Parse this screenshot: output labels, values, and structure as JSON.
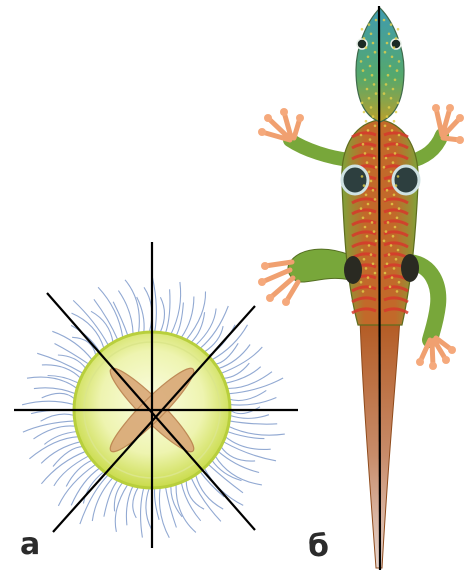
{
  "panels": [
    {
      "id": "a",
      "label": "а",
      "subject": "jellyfish",
      "symmetry": "radial"
    },
    {
      "id": "b",
      "label": "б",
      "subject": "lizard",
      "symmetry": "bilateral"
    }
  ],
  "colors": {
    "jelly_bell": "#eef4b0",
    "jelly_rim": "#c9db4a",
    "jelly_gonads": "#d7a071",
    "jelly_tentacles": "#6f8fc2",
    "axis_lines": "#000000",
    "lizard_body": "#b65a1f",
    "lizard_head": "#4fa27a",
    "lizard_stripes": "#d8342a",
    "lizard_limbs": "#7fa63a",
    "lizard_toes": "#f29a6a"
  }
}
